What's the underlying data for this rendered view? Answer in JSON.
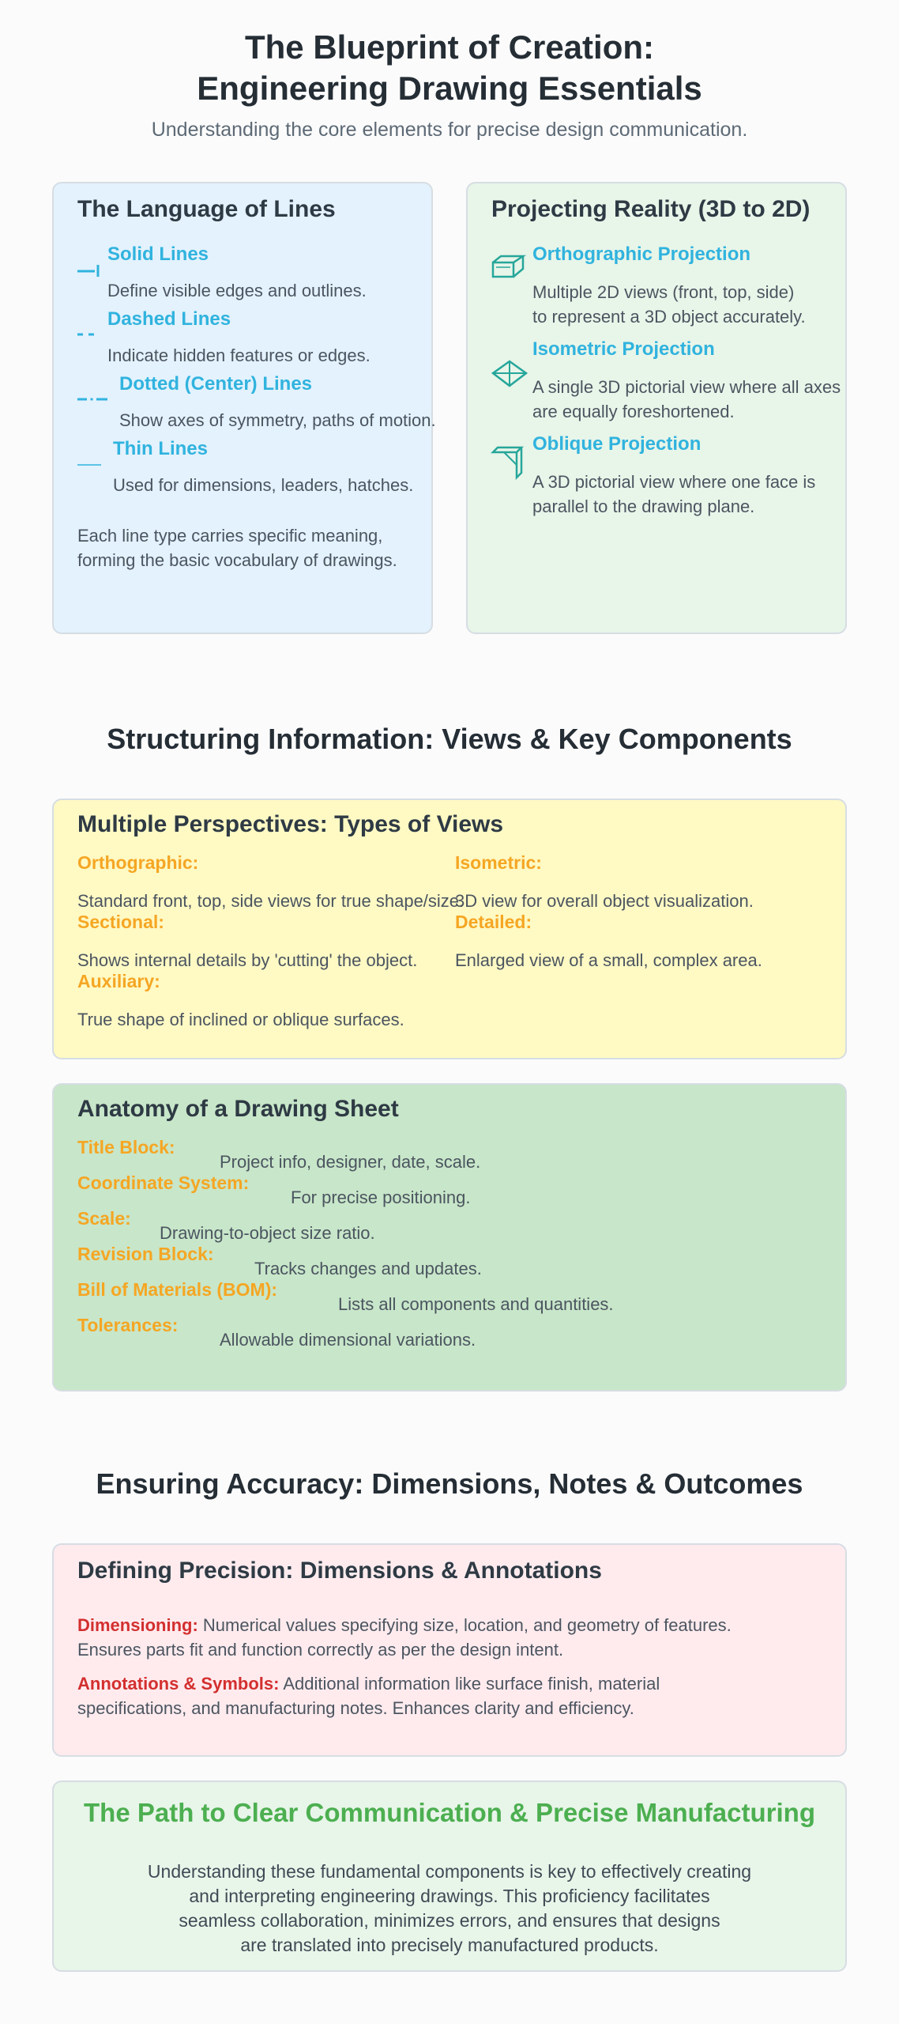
{
  "header": {
    "title_line1": "The Blueprint of Creation:",
    "title_line2": "Engineering Drawing Essentials",
    "subtitle": "Understanding the core elements for precise design communication."
  },
  "lines_card": {
    "title": "The Language of Lines",
    "items": [
      {
        "icon": "solid-line-icon",
        "label": "Solid Lines",
        "desc": "Define visible edges and outlines."
      },
      {
        "icon": "dashed-line-icon",
        "label": "Dashed Lines",
        "desc": "Indicate hidden features or edges."
      },
      {
        "icon": "center-line-icon",
        "label": "Dotted (Center) Lines",
        "desc": "Show axes of symmetry, paths of motion."
      },
      {
        "icon": "thin-line-icon",
        "label": "Thin Lines",
        "desc": "Used for dimensions, leaders, hatches."
      }
    ],
    "footer_line1": "Each line type carries specific meaning,",
    "footer_line2": "forming the basic vocabulary of drawings."
  },
  "projection_card": {
    "title": "Projecting Reality (3D to 2D)",
    "items": [
      {
        "icon": "orthographic-icon",
        "label": "Orthographic Projection",
        "desc_line1": "Multiple 2D views (front, top, side)",
        "desc_line2": "to represent a 3D object accurately."
      },
      {
        "icon": "isometric-icon",
        "label": "Isometric Projection",
        "desc_line1": "A single 3D pictorial view where all axes",
        "desc_line2": "are equally foreshortened."
      },
      {
        "icon": "oblique-icon",
        "label": "Oblique Projection",
        "desc_line1": "A 3D pictorial view where one face is",
        "desc_line2": "parallel to the drawing plane."
      }
    ]
  },
  "section2": {
    "title": "Structuring Information: Views & Key Components"
  },
  "views_card": {
    "title": "Multiple Perspectives: Types of Views",
    "items": [
      {
        "label": "Orthographic:",
        "desc": "Standard front, top, side views for true shape/size."
      },
      {
        "label": "Isometric:",
        "desc": "3D view for overall object visualization."
      },
      {
        "label": "Sectional:",
        "desc": "Shows internal details by 'cutting' the object."
      },
      {
        "label": "Detailed:",
        "desc": "Enlarged view of a small, complex area."
      },
      {
        "label": "Auxiliary:",
        "desc": "True shape of inclined or oblique surfaces."
      }
    ]
  },
  "sheet_card": {
    "title": "Anatomy of a Drawing Sheet",
    "items": [
      {
        "label": "Title Block:",
        "desc": "Project info, designer, date, scale."
      },
      {
        "label": "Coordinate System:",
        "desc": "For precise positioning."
      },
      {
        "label": "Scale:",
        "desc": "Drawing-to-object size ratio."
      },
      {
        "label": "Revision Block:",
        "desc": "Tracks changes and updates."
      },
      {
        "label": "Bill of Materials (BOM):",
        "desc": "Lists all components and quantities."
      },
      {
        "label": "Tolerances:",
        "desc": "Allowable dimensional variations."
      }
    ]
  },
  "section3": {
    "title": "Ensuring Accuracy: Dimensions, Notes & Outcomes"
  },
  "precision_card": {
    "title": "Defining Precision: Dimensions & Annotations",
    "dim_label": "Dimensioning:",
    "dim_text1": " Numerical values specifying size, location, and geometry of features.",
    "dim_text2": "Ensures parts fit and function correctly as per the design intent.",
    "ann_label": "Annotations & Symbols:",
    "ann_text1": " Additional information like surface finish, material",
    "ann_text2": "specifications, and manufacturing notes. Enhances clarity and efficiency."
  },
  "path_card": {
    "title": "The Path to Clear Communication & Precise Manufacturing",
    "lines": [
      "Understanding these fundamental components is key to effectively creating",
      "and interpreting engineering drawings. This proficiency facilitates",
      "seamless collaboration, minimizes errors, and ensures that designs",
      "are translated into precisely manufactured products."
    ]
  },
  "colors": {
    "blue_card_bg": "#e3f2fd",
    "green_card_bg": "#e8f5e9",
    "yellow_card_bg": "#fff9c4",
    "green_dark_card_bg": "#c8e6c9",
    "pink_card_bg": "#ffebee",
    "accent_blue": "#30b3de",
    "accent_orange": "#f5a623",
    "accent_red": "#d32f2f",
    "accent_green": "#4caf50"
  }
}
